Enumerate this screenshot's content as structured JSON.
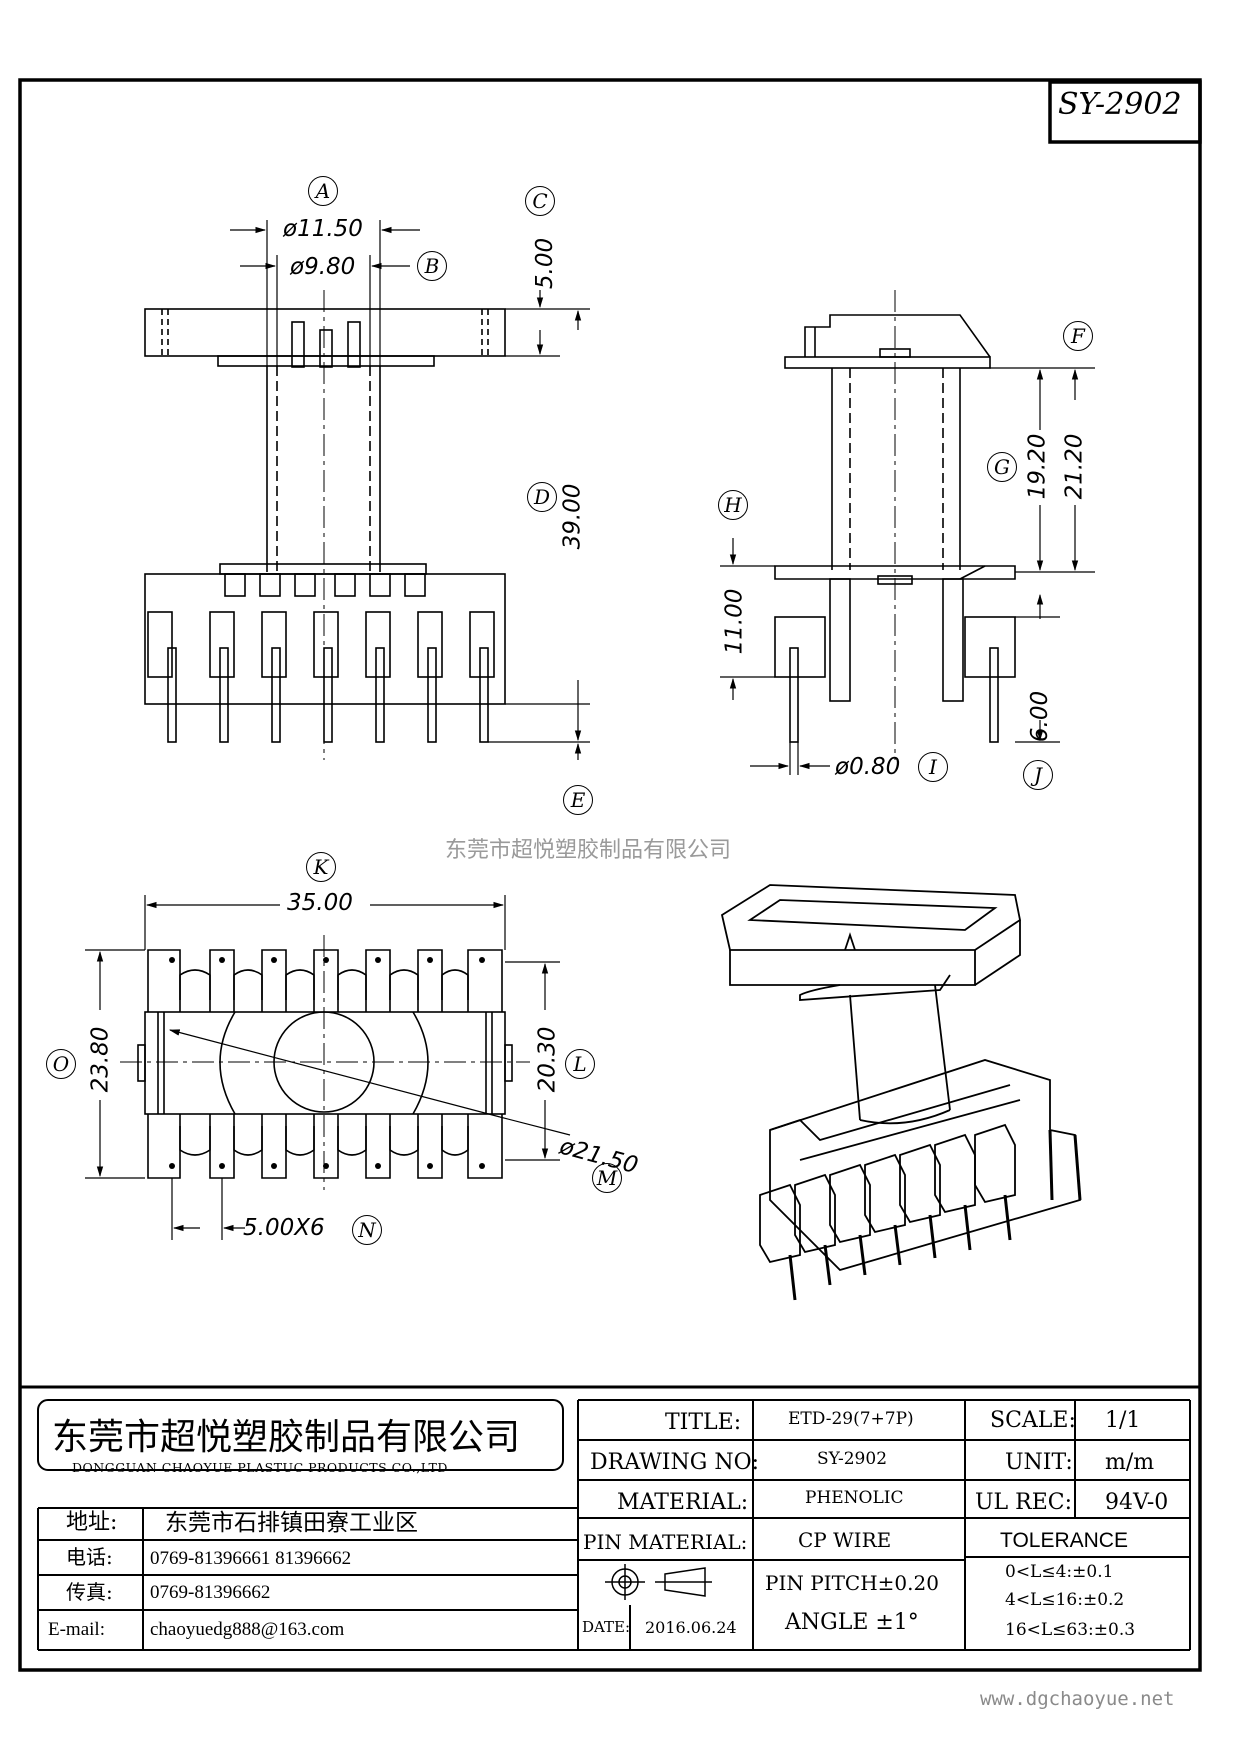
{
  "drawing_id": "SY-2902",
  "labels": {
    "A": "A",
    "B": "B",
    "C": "C",
    "D": "D",
    "E": "E",
    "F": "F",
    "G": "G",
    "H": "H",
    "I": "I",
    "J": "J",
    "K": "K",
    "L": "L",
    "M": "M",
    "N": "N",
    "O": "O"
  },
  "dims": {
    "a": "ø11.50",
    "b": "ø9.80",
    "c": "5.00",
    "d": "39.00",
    "f": "21.20",
    "g": "19.20",
    "h": "11.00",
    "i": "ø0.80",
    "j": "6.00",
    "k": "35.00",
    "l": "20.30",
    "m": "ø21.50",
    "n": "5.00X6",
    "o": "23.80"
  },
  "watermark": "东莞市超悦塑胶制品有限公司",
  "company": {
    "name_cn": "东莞市超悦塑胶制品有限公司",
    "name_en": "DONGGUAN CHAOYUE PLASTUC PRODUCTS CO.,LTD"
  },
  "contact": [
    {
      "label": "地址:",
      "value": "东莞市石排镇田寮工业区"
    },
    {
      "label": "电话:",
      "value": "0769-81396661  81396662"
    },
    {
      "label": "传真:",
      "value": "0769-81396662"
    },
    {
      "label": "E-mail:",
      "value": "chaoyuedg888@163.com"
    }
  ],
  "spec": {
    "title_label": "TITLE:",
    "title": "ETD-29(7+7P)",
    "drawing_no_label": "DRAWING NO:",
    "drawing_no": "SY-2902",
    "material_label": "MATERIAL:",
    "material": "PHENOLIC",
    "pin_material_label": "PIN MATERIAL:",
    "pin_material": "CP WIRE",
    "pin_pitch": "PIN PITCH±0.20",
    "date_label": "DATE:",
    "date": "2016.06.24",
    "angle": "ANGLE  ±1°",
    "scale_label": "SCALE:",
    "scale": "1/1",
    "unit_label": "UNIT:",
    "unit": "m/m",
    "ul_label": "UL REC:",
    "ul": "94V-0",
    "tolerance_label": "TOLERANCE",
    "tolerances": [
      "0<L≤4:±0.1",
      "4<L≤16:±0.2",
      "16<L≤63:±0.3"
    ]
  },
  "website": "www.dgchaoyue.net"
}
